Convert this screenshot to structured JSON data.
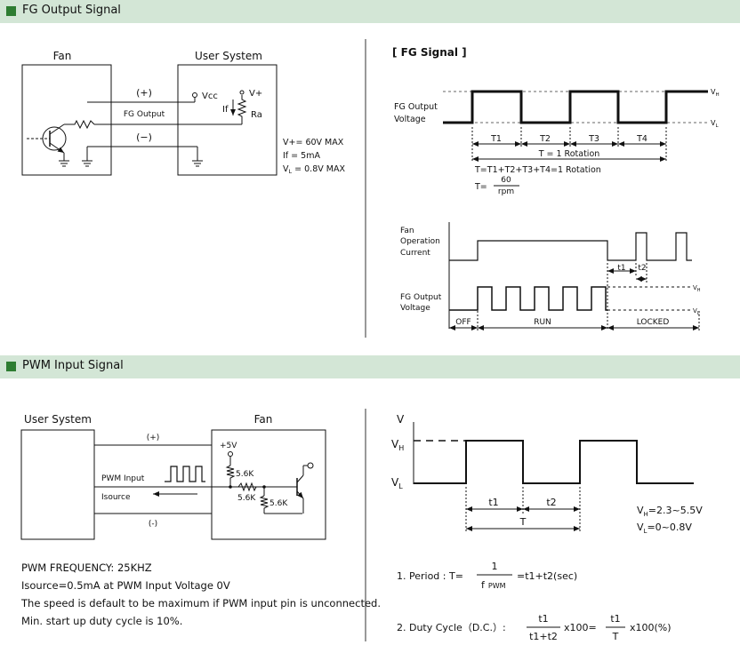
{
  "sections": {
    "fg_title": "FG Output Signal",
    "pwm_title": "PWM Input Signal"
  },
  "fg_circuit": {
    "fan_label": "Fan",
    "user_label": "User System",
    "plus": "(+)",
    "minus": "(−)",
    "fg_output": "FG Output",
    "vcc": "Vcc",
    "vplus": "V+",
    "if": "If",
    "ra": "Ra",
    "spec_vplus": "V+= 60V MAX",
    "spec_if": "If    = 5mA",
    "spec_vl_sym": "V",
    "spec_vl_sub": "L",
    "spec_vl_val": " = 0.8V MAX"
  },
  "fg_signal": {
    "title": "[ FG Signal ]",
    "ylabel_1": "FG Output",
    "ylabel_2": "Voltage",
    "vh_sym": "V",
    "vh_sub": "H",
    "vl_sym": "V",
    "vl_sub": "L",
    "t1": "T1",
    "t2": "T2",
    "t3": "T3",
    "t4": "T4",
    "rotation": "T = 1 Rotation",
    "formula": "T=T1+T2+T3+T4=1 Rotation",
    "t_eq": "T=",
    "num": "60",
    "den": "rpm"
  },
  "fg_timing": {
    "current_1": "Fan",
    "current_2": "Operation",
    "current_3": "Current",
    "volt_1": "FG Output",
    "volt_2": "Voltage",
    "t1": "t1",
    "t2": "t2",
    "vh_sym": "V",
    "vh_sub": "H",
    "vl_sym": "V",
    "vl_sub": "L",
    "off": "OFF",
    "run": "RUN",
    "locked": "LOCKED"
  },
  "pwm_circuit": {
    "user_label": "User System",
    "fan_label": "Fan",
    "plus": "(+)",
    "minus": "(-)",
    "v5": "+5V",
    "pwm_input": "PWM Input",
    "isource": "Isource",
    "r1": "5.6K",
    "r2": "5.6K",
    "r3": "5.6K"
  },
  "pwm_signal": {
    "v": "V",
    "vh_sym": "V",
    "vh_sub": "H",
    "vl_sym": "V",
    "vl_sub": "L",
    "t1": "t1",
    "t2": "t2",
    "T": "T",
    "vh_spec": "=2.3~5.5V",
    "vl_spec": "=0~0.8V"
  },
  "formulas": {
    "period_label": "1. Period : T=",
    "period_num": "1",
    "period_den_f": "f",
    "period_den_sub": "PWM",
    "period_rhs": "=t1+t2(sec)",
    "duty_label": "2. Duty Cycle（D.C.）:",
    "duty_num1": "t1",
    "duty_den1": "t1+t2",
    "duty_mid": "x100=",
    "duty_num2": "t1",
    "duty_den2": "T",
    "duty_end": "x100(%)"
  },
  "notes": {
    "freq": "PWM FREQUENCY: 25KHZ",
    "isource": "Isource=0.5mA at PWM Input Voltage 0V",
    "speed": "The speed is default to be maximum if PWM input pin is unconnected.",
    "duty": "Min. start up duty cycle is 10%."
  }
}
